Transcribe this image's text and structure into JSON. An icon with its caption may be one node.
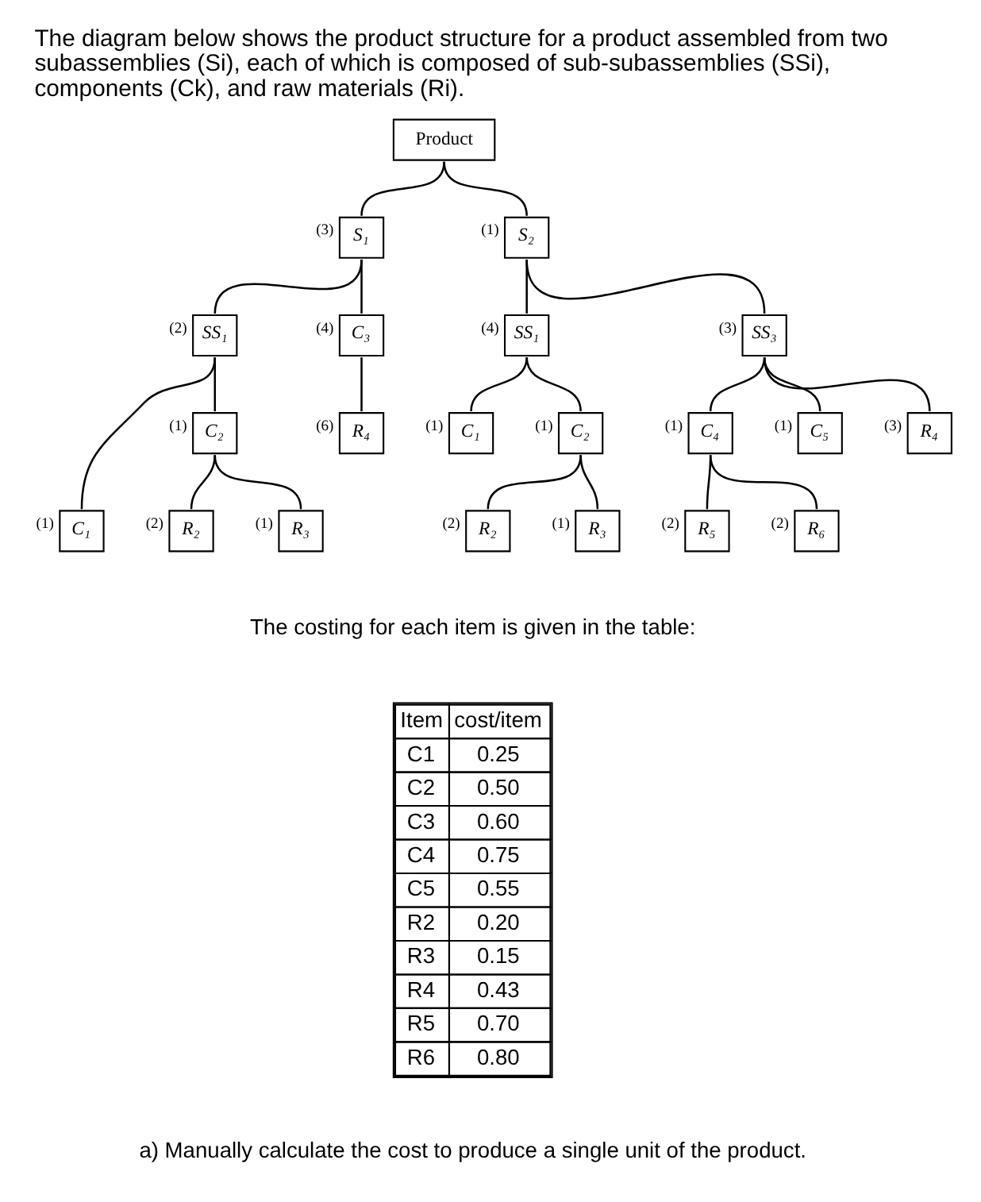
{
  "diagram": {
    "title": "The diagram below shows the product structure for a product assembled from two subassemblies (Si), each of which is composed of sub-subassemblies (SSi), components (Ck), and raw materials (Ri).",
    "nodes": [
      {
        "text": [
          "Product"
        ]
      },
      {
        "text": [
          "S₁"
        ],
        "beside": [
          "(3)"
        ]
      },
      {
        "text": [
          "S₂"
        ],
        "beside": [
          "(1)"
        ]
      },
      {
        "text": [
          "SS₁"
        ],
        "beside": [
          "(2)"
        ]
      },
      {
        "text": [
          "SS₁"
        ],
        "beside": [
          "(4)"
        ]
      },
      {
        "text": [
          "SS₃"
        ],
        "beside": [
          "(3)"
        ]
      },
      {
        "text": [
          "C₁"
        ],
        "beside": [
          "(1)"
        ]
      },
      {
        "text": [
          "C₂"
        ],
        "beside": [
          "(1)"
        ]
      },
      {
        "text": [
          "C₃"
        ],
        "beside": [
          "(4)"
        ]
      },
      {
        "text": [
          "C₁"
        ],
        "beside": [
          "(1)"
        ]
      },
      {
        "text": [
          "C₂"
        ],
        "beside": [
          "(1)"
        ]
      },
      {
        "text": [
          "C₄"
        ],
        "beside": [
          "(1)"
        ]
      },
      {
        "text": [
          "C₅"
        ],
        "beside": [
          "(1)"
        ]
      },
      {
        "text": [
          "R₂"
        ],
        "beside": [
          "(2)"
        ]
      },
      {
        "text": [
          "R₃"
        ],
        "beside": [
          "(1)"
        ]
      },
      {
        "text": [
          "R₄"
        ],
        "beside": [
          "(6)"
        ]
      },
      {
        "text": [
          "R₂"
        ],
        "beside": [
          "(2)"
        ]
      },
      {
        "text": [
          "R₃"
        ],
        "beside": [
          "(1)"
        ]
      },
      {
        "text": [
          "R₄"
        ],
        "beside": [
          "(3)"
        ]
      },
      {
        "text": [
          "R₅"
        ],
        "beside": [
          "(2)"
        ]
      },
      {
        "text": [
          "R₆"
        ],
        "beside": [
          "(2)"
        ]
      }
    ],
    "edges": [
      {
        "from": 0,
        "to": 1,
        "arrow": "none"
      },
      {
        "from": 0,
        "to": 2,
        "arrow": "none"
      },
      {
        "from": 1,
        "to": 3,
        "arrow": "none"
      },
      {
        "from": 1,
        "to": 8,
        "arrow": "none"
      },
      {
        "from": 2,
        "to": 4,
        "arrow": "none"
      },
      {
        "from": 2,
        "to": 5,
        "arrow": "none"
      },
      {
        "from": 3,
        "to": 6,
        "arrow": "none"
      },
      {
        "from": 3,
        "to": 7,
        "arrow": "none"
      },
      {
        "from": 8,
        "to": 15,
        "arrow": "none"
      },
      {
        "from": 4,
        "to": 9,
        "arrow": "none"
      },
      {
        "from": 4,
        "to": 10,
        "arrow": "none"
      },
      {
        "from": 5,
        "to": 18,
        "arrow": "none"
      },
      {
        "from": 5,
        "to": 11,
        "arrow": "none"
      },
      {
        "from": 5,
        "to": 12,
        "arrow": "none"
      },
      {
        "from": 7,
        "to": 13,
        "arrow": "none"
      },
      {
        "from": 7,
        "to": 14,
        "arrow": "none"
      },
      {
        "from": 10,
        "to": 16,
        "arrow": "none"
      },
      {
        "from": 10,
        "to": 17,
        "arrow": "none"
      },
      {
        "from": 11,
        "to": 19,
        "arrow": "none"
      },
      {
        "from": 11,
        "to": 20,
        "arrow": "none"
      }
    ],
    "labels": [
      "The costing for each item is given in the table:",
      "Item",
      "cost/item",
      "C1",
      "0.25",
      "C2",
      "0.50",
      "C3",
      "0.60",
      "C4",
      "0.75",
      "C5",
      "0.55",
      "R2",
      "0.20",
      "R3",
      "0.15",
      "R4",
      "0.43",
      "R5",
      "0.70",
      "R6",
      "0.80",
      "a) Manually calculate the cost to produce a single unit of the product."
    ]
  }
}
